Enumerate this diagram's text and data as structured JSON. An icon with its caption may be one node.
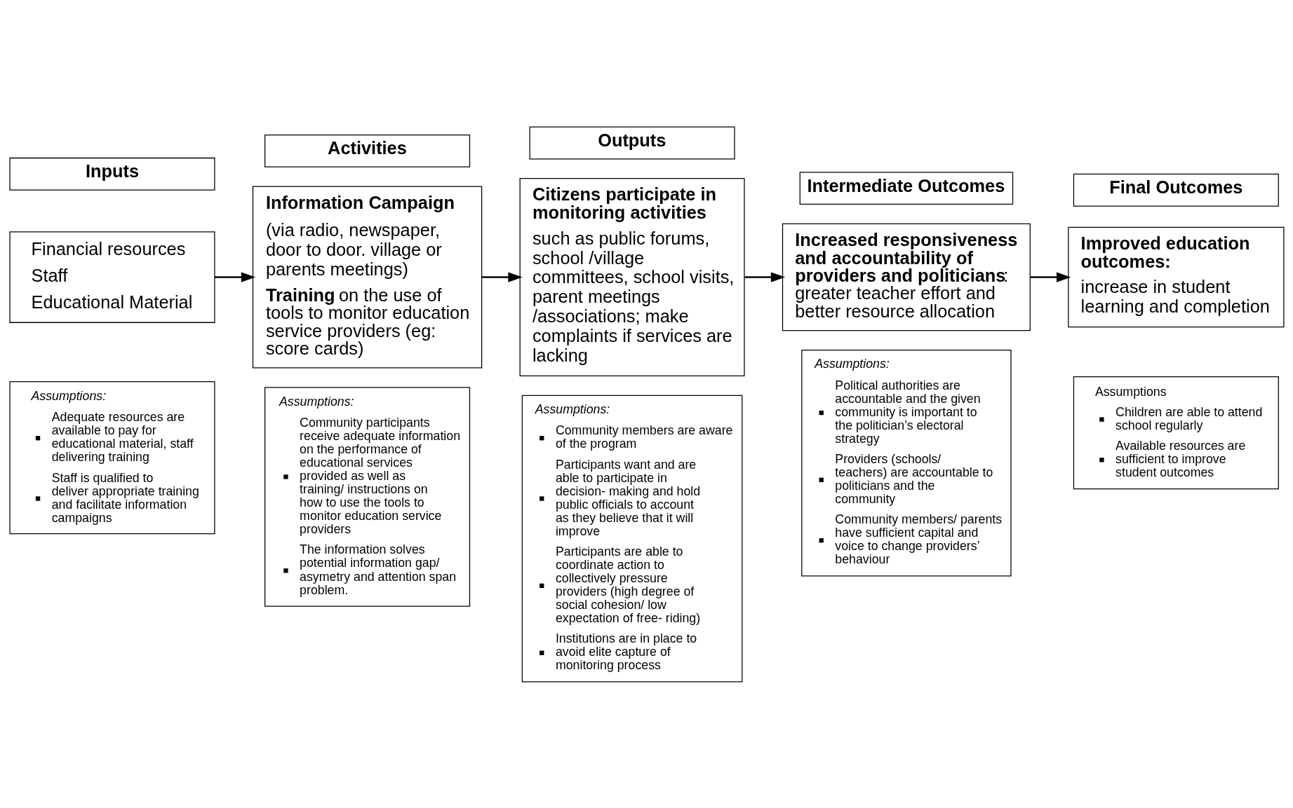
{
  "diagram": {
    "nodes": [
      {
        "text": [
          "Inputs"
        ]
      },
      {
        "text": [
          "Activities"
        ]
      },
      {
        "text": [
          "Outputs"
        ]
      },
      {
        "text": [
          "Intermediate Outcomes"
        ]
      },
      {
        "text": [
          "Final Outcomes"
        ]
      },
      {
        "text": [
          "Financial resources",
          "Staff",
          "Educational Material"
        ]
      },
      {
        "text": [
          "Information Campaign",
          "(via radio, newspaper, door to door. village or parents meetings)",
          "**Training** on the use of tools to monitor education service providers (eg: score cards)"
        ]
      },
      {
        "text": [
          "Citizens participate in monitoring activities",
          "such as public forums, school /village committees, school visits, parent meetings /associations; make complaints if services are lacking"
        ]
      },
      {
        "text": [
          "**Increased responsiveness and accountability of providers and politicians**: greater teacher effort and better resource allocation"
        ]
      },
      {
        "text": [
          "Improved education outcomes:",
          "increase in student learning and completion"
        ]
      },
      {
        "text": [
          "Assumptions:",
          "Adequate resources are available to pay for educational material, staff delivering training",
          "Staff is qualified to deliver appropriate training and facilitate information campaigns"
        ]
      },
      {
        "text": [
          "Assumptions:",
          "Community participants receive adequate information on the performance of educational services provided as well as training/ instructions on how to use the tools to monitor education service providers",
          "The information solves potential information gap/ asymetry and attention span problem."
        ]
      },
      {
        "text": [
          "Assumptions:",
          "Community members are aware of the program",
          "Participants want and are able to participate in decision- making and hold public officials to account as they believe that it will improve",
          "Participants are able to coordinate action to collectively pressure providers (high degree of social cohesion/ low expectation of free- riding)",
          "Institutions are in place to avoid elite capture of monitoring process"
        ]
      },
      {
        "text": [
          "Assumptions:",
          "Political authorities are accountable and the given community is important to the politician’s electoral strategy",
          "Providers (schools/ teachers) are accountable to politicians and the community",
          "Community members/ parents have sufficient capital and voice  to change providers’ behaviour"
        ]
      },
      {
        "text": [
          "Assumptions",
          "Children are able to attend school regularly",
          "Available resources are sufficient to improve student outcomes"
        ]
      }
    ],
    "edges": [
      {
        "from": 5,
        "to": 6,
        "arrow": "to"
      },
      {
        "from": 6,
        "to": 7,
        "arrow": "to"
      },
      {
        "from": 7,
        "to": 8,
        "arrow": "to"
      },
      {
        "from": 8,
        "to": 9,
        "arrow": "to"
      }
    ]
  }
}
